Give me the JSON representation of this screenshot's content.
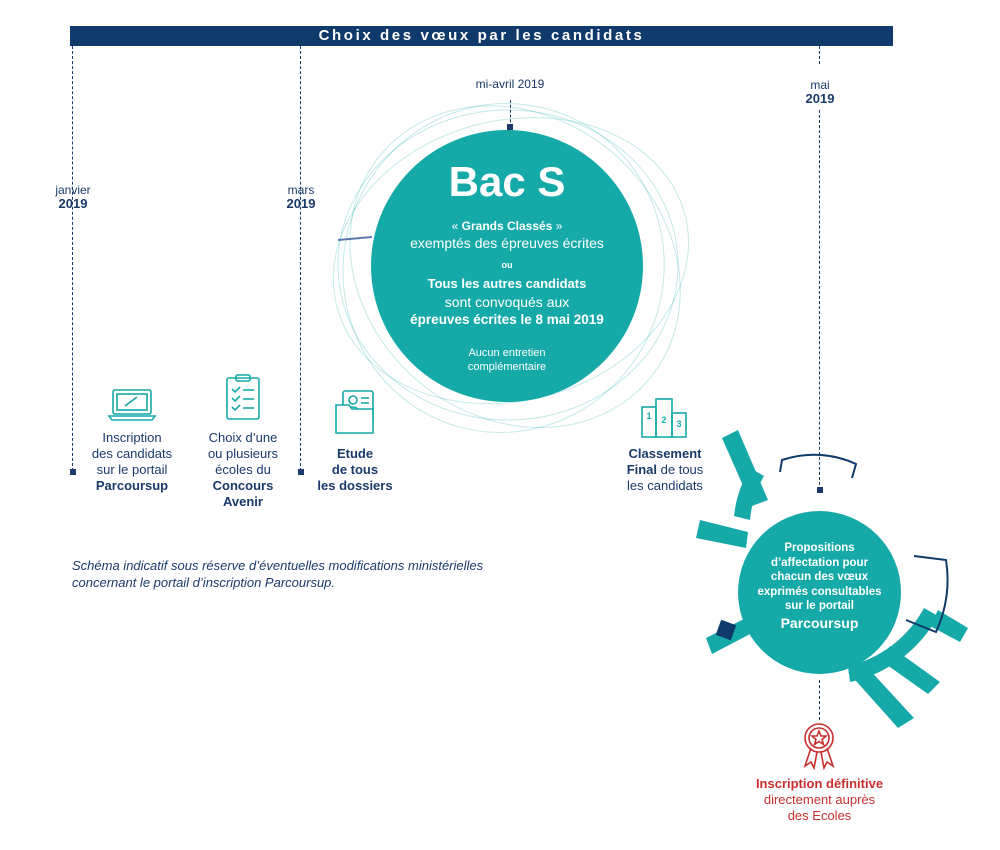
{
  "banner": {
    "title": "Choix des vœux par les candidats"
  },
  "dates": {
    "janvier": {
      "month": "janvier",
      "year": "2019"
    },
    "mars": {
      "month": "mars",
      "year": "2019"
    },
    "mi_avril": {
      "label": "mi-avril 2019"
    },
    "mai": {
      "month": "mai",
      "year": "2019"
    }
  },
  "steps": {
    "inscription": {
      "line1": "Inscription",
      "line2": "des candidats",
      "line3": "sur le portail",
      "bold": "Parcoursup"
    },
    "choix": {
      "line1": "Choix d’une",
      "line2": "ou plusieurs",
      "line3": "écoles du",
      "bold1": "Concours",
      "bold2": "Avenir"
    },
    "etude": {
      "bold1": "Etude",
      "bold2": "de tous",
      "bold3": "les dossiers"
    },
    "classement": {
      "bold1": "Classement",
      "bold2": "Final",
      "rest2": " de tous",
      "line3": "les candidats"
    }
  },
  "main_circle": {
    "title": "Bac S",
    "grands_quote_open": "« ",
    "grands": "Grands Classés",
    "grands_quote_close": " »",
    "exemptes": "exemptés des épreuves écrites",
    "ou": "ou",
    "tous": "Tous les autres candidats",
    "convoques": "sont convoqués aux",
    "epreuves": "épreuves écrites le 8 mai 2019",
    "aucun1": "Aucun entretien",
    "aucun2": "complémentaire"
  },
  "note": {
    "line1": "Schéma indicatif sous réserve d’éventuelles modifications ministérielles",
    "line2": "concernant le portail d’inscription Parcoursup."
  },
  "propositions": {
    "line1": "Propositions",
    "line2": "d’affectation pour",
    "line3": "chacun des vœux",
    "line4": "exprimés consultables",
    "line5": "sur le portail",
    "big": "Parcoursup"
  },
  "final": {
    "bold": "Inscription définitive",
    "line2": "directement auprès",
    "line3": "des Ecoles"
  },
  "colors": {
    "navy": "#0f3a6b",
    "teal": "#15a9a8",
    "red": "#c8302f"
  }
}
